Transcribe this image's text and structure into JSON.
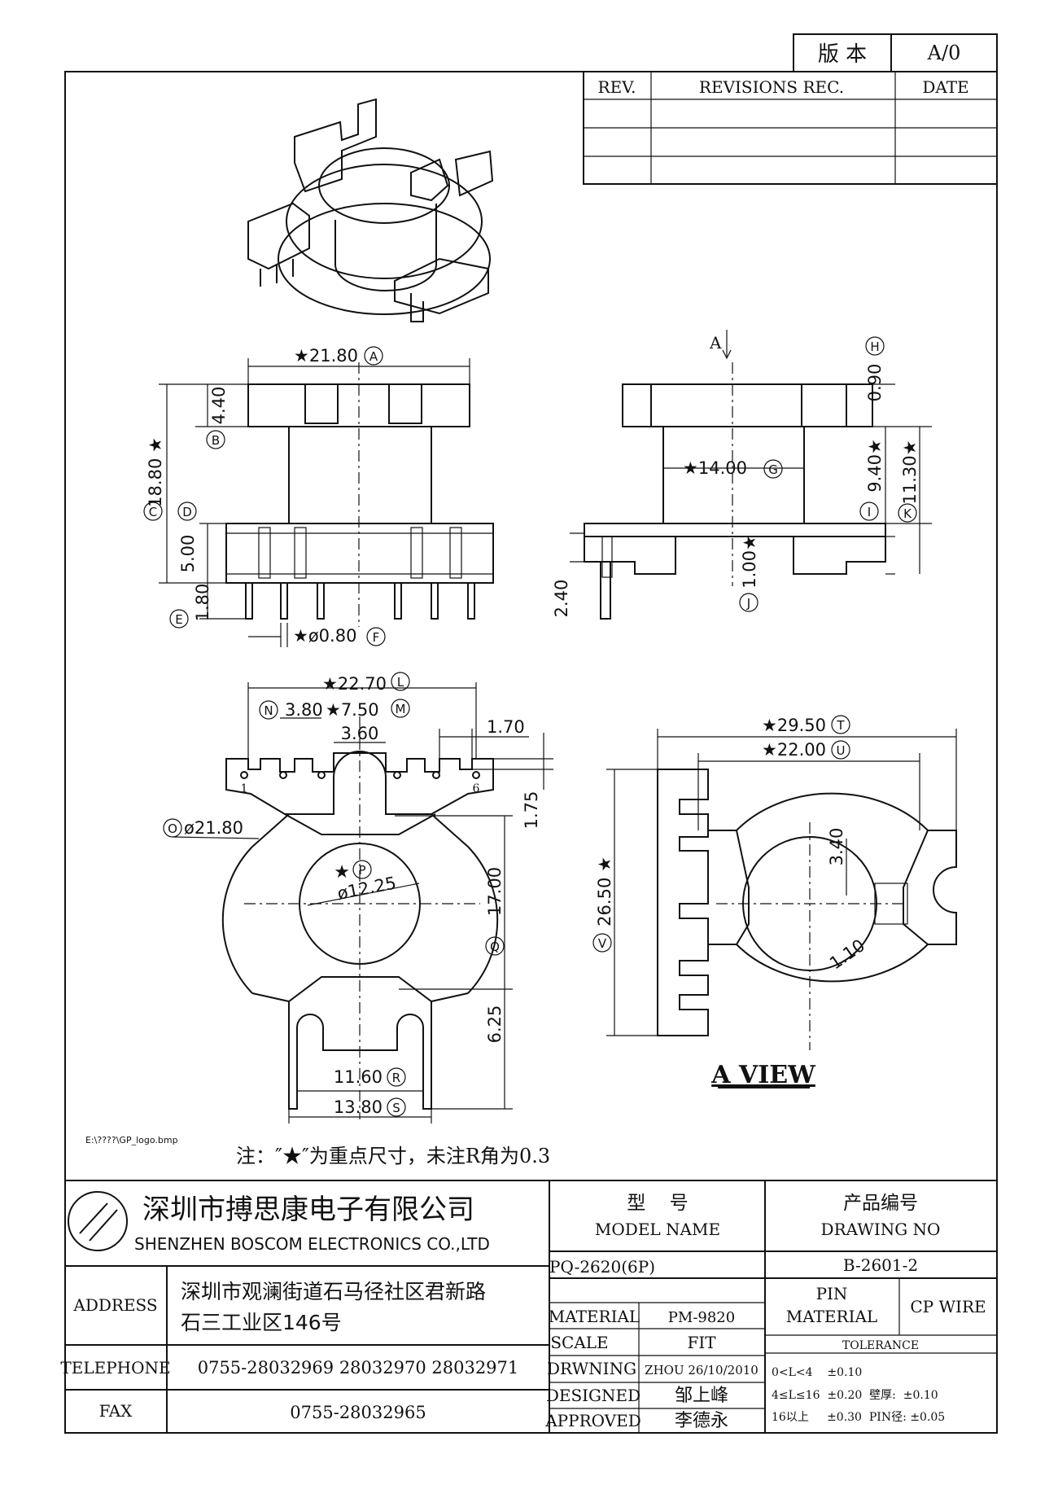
{
  "version_box": {
    "label": "版 本",
    "value": "A/0"
  },
  "revision_table": {
    "headers": [
      "REV.",
      "REVISIONS REC.",
      "DATE"
    ]
  },
  "front_view": {
    "width": "★21.80",
    "width_tag": "A",
    "top_height": "4.40",
    "top_tag": "B",
    "total_height": "18.80 ★",
    "total_tag": "C",
    "bottom_tag": "D",
    "bottom_height": "5.00",
    "pin_tag": "E",
    "pin_length": "1.80",
    "pin_dia": "★ø0.80",
    "pin_dia_tag": "F"
  },
  "side_view": {
    "arrow_label": "A",
    "top_gap": "0.90",
    "top_gap_tag": "H",
    "inner_height": "9.40★",
    "inner_tag": "I",
    "outer_height": "11.30★",
    "outer_tag": "K",
    "core_width": "★14.00",
    "core_tag": "G",
    "bottom_gap": "1.00★",
    "bottom_tag": "J",
    "pin_offset": "2.40"
  },
  "bottom_view": {
    "width": "★22.70",
    "width_tag": "L",
    "pitch_tag": "N",
    "pitch": "3.80",
    "center_pitch": "★7.50",
    "center_tag": "M",
    "slot": "3.60",
    "tab": "1.70",
    "tab_height": "1.75",
    "pin_first": "1",
    "pin_last": "6",
    "outer_dia_tag": "O",
    "outer_dia": "ø21.80",
    "inner_mark": "★",
    "inner_tag": "P",
    "inner_dia": "ø12.25",
    "body_height": "17.00",
    "body_tag": "Q",
    "bottom_depth": "6.25",
    "inner_slot": "11.60",
    "inner_slot_tag": "R",
    "outer_slot": "13.80",
    "outer_slot_tag": "S"
  },
  "a_view": {
    "title": "A VIEW",
    "outer_width": "★29.50",
    "outer_tag": "T",
    "inner_width": "★22.00",
    "inner_tag": "U",
    "height": "26.50 ★",
    "height_tag": "V",
    "slot_depth": "3.40",
    "wall": "1.10"
  },
  "logo_path": "E:\\????\\GP_logo.bmp",
  "note": "注：″★″为重点尺寸，未注R角为0.3",
  "title_block": {
    "company_cn": "深圳市搏思康电子有限公司",
    "company_en": "SHENZHEN BOSCOM ELECTRONICS CO.,LTD",
    "model_cn": "型    号",
    "model_en": "MODEL NAME",
    "drawing_cn": "产品编号",
    "drawing_en": "DRAWING NO",
    "model_value": "PQ-2620(6P)",
    "drawing_value": "B-2601-2",
    "address_label": "ADDRESS",
    "address_line1": "深圳市观澜街道石马径社区君新路",
    "address_line2": "石三工业区146号",
    "telephone_label": "TELEPHONE",
    "telephone_value": "0755-28032969 28032970 28032971",
    "fax_label": "FAX",
    "fax_value": "0755-28032965",
    "material_label": "MATERIAL",
    "material_value": "PM-9820",
    "scale_label": "SCALE",
    "scale_value": "FIT",
    "drawing_label": "DRWNING",
    "drawing_value2": "ZHOU 26/10/2010",
    "designed_label": "DESIGNED",
    "designed_value": "邹上峰",
    "approved_label": "APPROVED",
    "approved_value": "李德永",
    "pin_label_1": "PIN",
    "pin_label_2": "MATERIAL",
    "pin_value": "CP WIRE",
    "tolerance_title": "TOLERANCE",
    "tol_row1": "0<L<4    ±0.10",
    "tol_row2": "4≤L≤16  ±0.20  壁厚:  ±0.10",
    "tol_row3": "16以上     ±0.30  PIN径: ±0.05"
  }
}
